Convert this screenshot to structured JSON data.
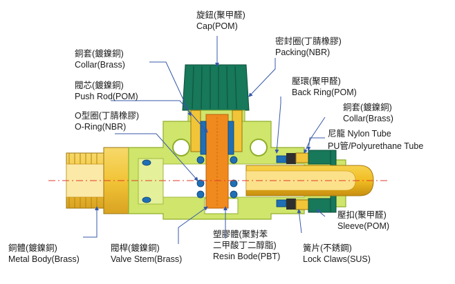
{
  "labels": {
    "cap": {
      "zh": "旋鈕(聚甲醛)",
      "en": "Cap(POM)"
    },
    "packing": {
      "zh": "密封圈(丁腈橡膠)",
      "en": "Packing(NBR)"
    },
    "collar_left": {
      "zh": "銅套(鍍鎳銅)",
      "en": "Collar(Brass)"
    },
    "back_ring": {
      "zh": "壓環(聚甲醛)",
      "en": "Back Ring(POM)"
    },
    "push_rod": {
      "zh": "閥芯(鍍鎳銅)",
      "en": "Push Rod(POM)"
    },
    "collar_right": {
      "zh": "銅套(鍍鎳銅)",
      "en": "Collar(Brass)"
    },
    "o_ring": {
      "zh": "O型圈(丁腈橡膠)",
      "en": "O-Ring(NBR)"
    },
    "nylon_tube": {
      "zh": "尼龍 Nylon Tube"
    },
    "pu_tube": {
      "zh": "PU管/Polyurethane Tube"
    },
    "sleeve": {
      "zh": "壓扣(聚甲醛)",
      "en": "Sleeve(POM)"
    },
    "metal_body": {
      "zh": "銅體(鍍鎳銅)",
      "en": "Metal Body(Brass)"
    },
    "valve_stem": {
      "zh": "閥桿(鍍鎳銅)",
      "en": "Valve Stem(Brass)"
    },
    "resin_body": {
      "zh1": "塑膠體(聚對苯",
      "zh2": "二甲酸丁二醇脂)",
      "en": "Resin Bode(PBT)"
    },
    "lock_claws": {
      "zh": "簧片(不銹鋼)",
      "en": "Lock Claws(SUS)"
    }
  },
  "colors": {
    "brass": "#f2c437",
    "brass_dark": "#c9961a",
    "resin_body": "#cfe56c",
    "resin_dark": "#8fae2a",
    "cap": "#17785a",
    "stem": "#f08a1e",
    "seal": "#1f6fb5",
    "leader": "#3457a8",
    "centerline": "#e03a2a"
  },
  "icons": [
    "arrow-head-icon"
  ]
}
